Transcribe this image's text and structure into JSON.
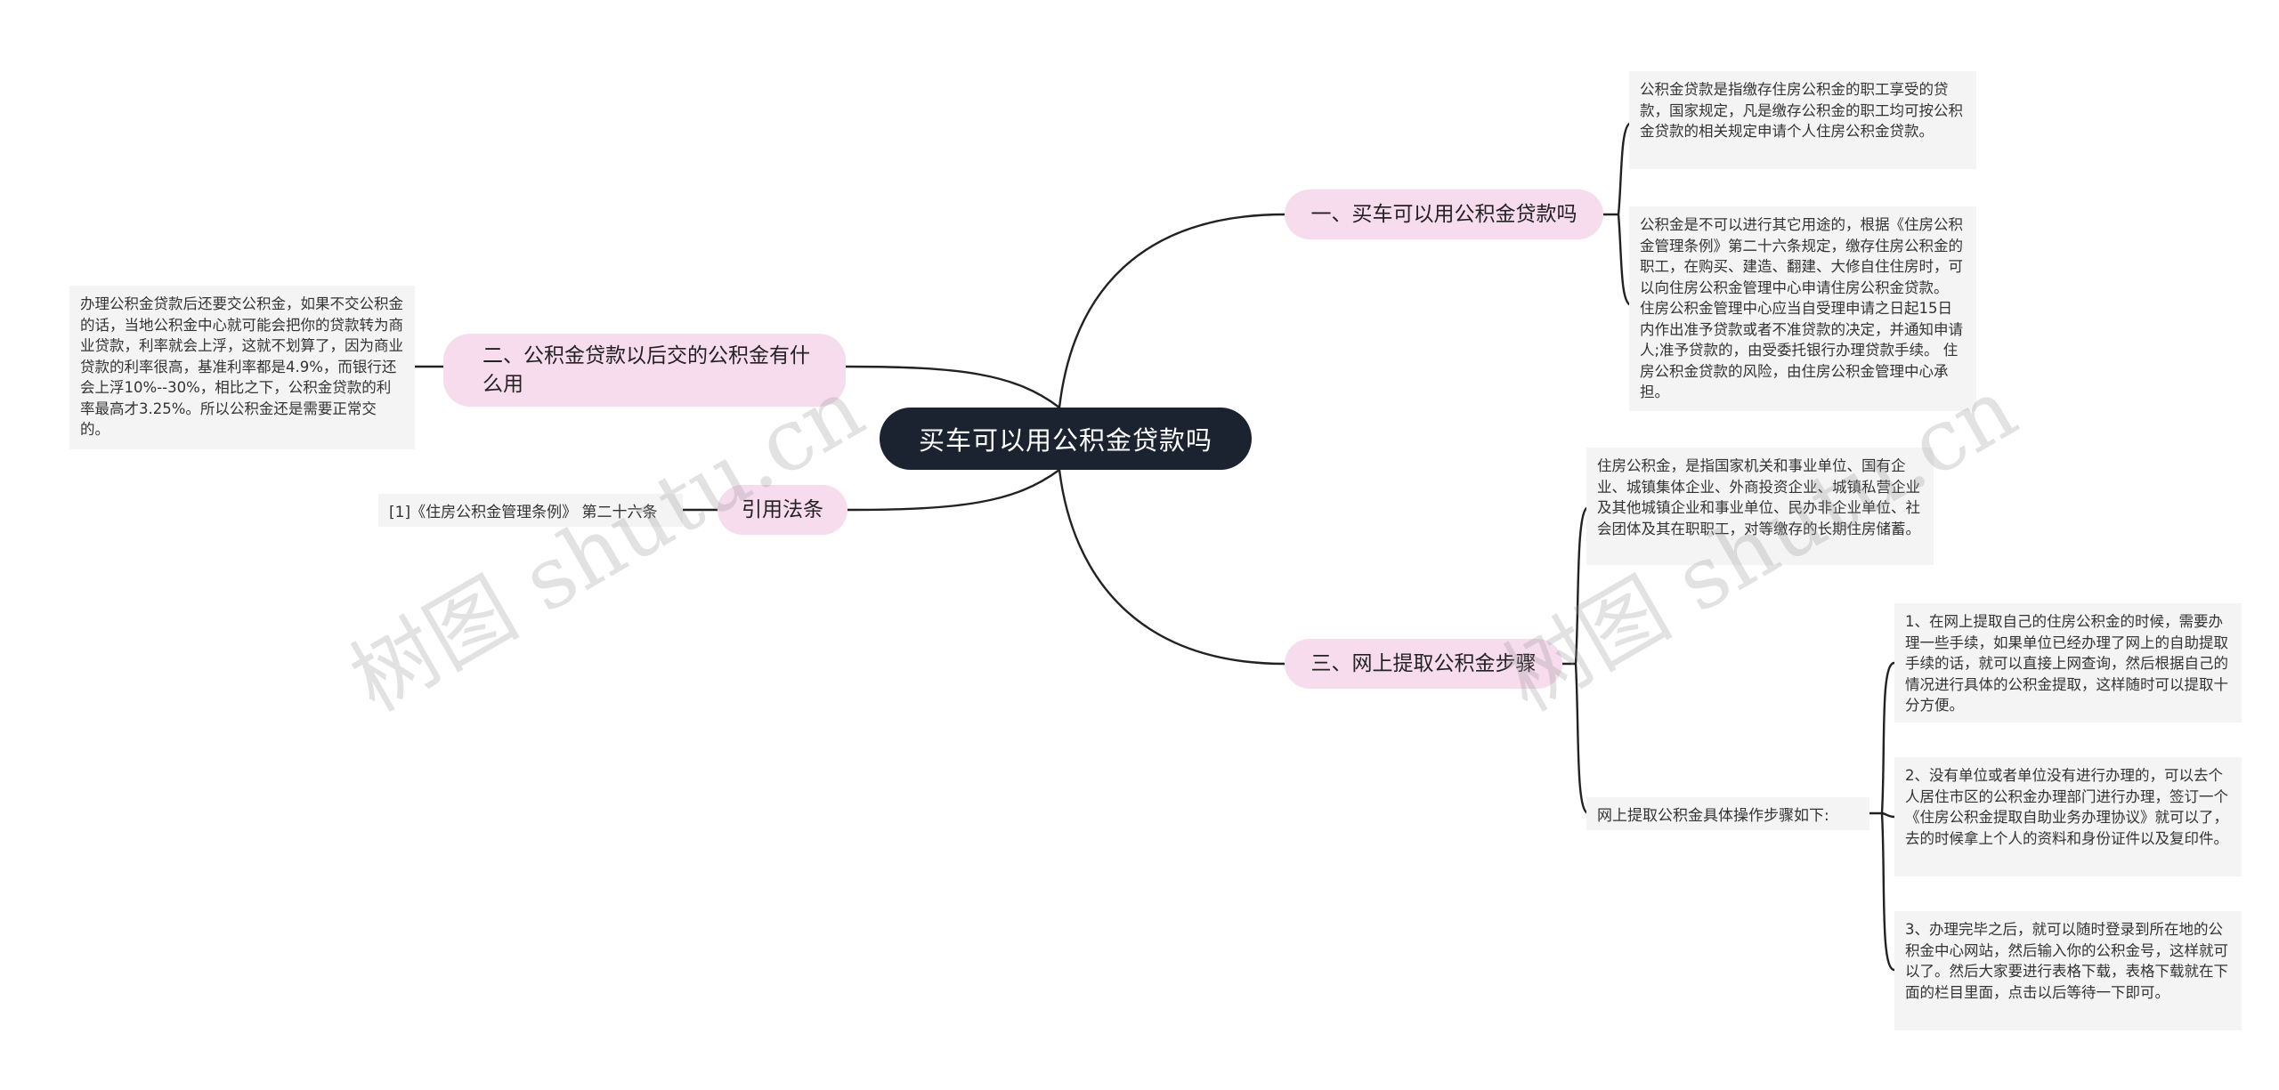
{
  "root": {
    "title": "买车可以用公积金贷款吗"
  },
  "branches": {
    "b1": "一、买车可以用公积金贷款吗",
    "b2": "二、公积金贷款以后交的公积金有什么用",
    "b3": "引用法条",
    "b4": "三、网上提取公积金步骤"
  },
  "leaves": {
    "l1a": "公积金贷款是指缴存住房公积金的职工享受的贷款，国家规定，凡是缴存公积金的职工均可按公积金贷款的相关规定申请个人住房公积金贷款。",
    "l1b": "公积金是不可以进行其它用途的，根据《住房公积金管理条例》第二十六条规定，缴存住房公积金的职工，在购买、建造、翻建、大修自住住房时，可以向住房公积金管理中心申请住房公积金贷款。 住房公积金管理中心应当自受理申请之日起15日内作出准予贷款或者不准贷款的决定，并通知申请人;准予贷款的，由受委托银行办理贷款手续。 住房公积金贷款的风险，由住房公积金管理中心承担。",
    "l2": "办理公积金贷款后还要交公积金，如果不交公积金的话，当地公积金中心就可能会把你的贷款转为商业贷款，利率就会上浮，这就不划算了，因为商业贷款的利率很高，基准利率都是4.9%，而银行还会上浮10%--30%，相比之下，公积金贷款的利率最高才3.25%。所以公积金还是需要正常交的。",
    "l3": "[1]《住房公积金管理条例》 第二十六条",
    "l4a": "住房公积金，是指国家机关和事业单位、国有企业、城镇集体企业、外商投资企业、城镇私营企业及其他城镇企业和事业单位、民办非企业单位、社会团体及其在职职工，对等缴存的长期住房储蓄。",
    "l4b": "网上提取公积金具体操作步骤如下:",
    "s1": "1、在网上提取自己的住房公积金的时候，需要办理一些手续，如果单位已经办理了网上的自助提取手续的话，就可以直接上网查询，然后根据自己的情况进行具体的公积金提取，这样随时可以提取十分方便。",
    "s2": "2、没有单位或者单位没有进行办理的，可以去个人居住市区的公积金办理部门进行办理，签订一个《住房公积金提取自助业务办理协议》就可以了，去的时候拿上个人的资料和身份证件以及复印件。",
    "s3": "3、办理完毕之后，就可以随时登录到所在地的公积金中心网站，然后输入你的公积金号，这样就可以了。然后大家要进行表格下载，表格下载就在下面的栏目里面，点击以后等待一下即可。"
  },
  "watermark": {
    "text": "树图 shutu.cn"
  },
  "colors": {
    "root_bg": "#1b2330",
    "branch_bg": "#f7dcee",
    "leaf_bg": "#f4f4f4",
    "line": "#222222"
  }
}
